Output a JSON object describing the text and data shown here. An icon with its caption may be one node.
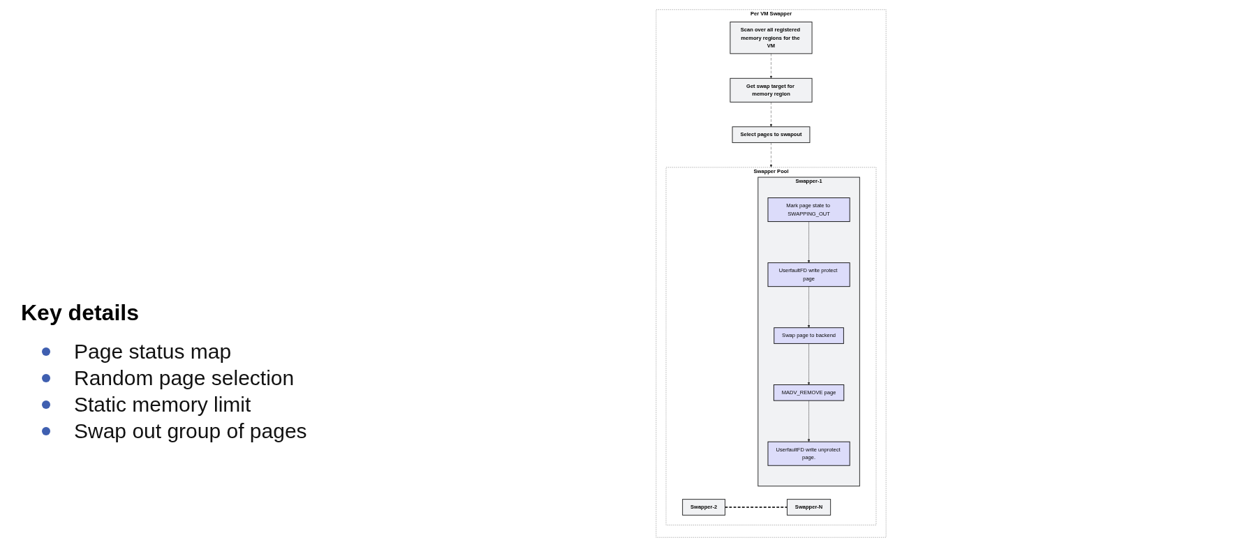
{
  "diagram": {
    "nodes": [
      {
        "text": [
          "Per VM Swapper"
        ]
      },
      {
        "text": [
          "Scan over all registered memory regions for the VM"
        ],
        "in": 0
      },
      {
        "text": [
          "Get swap target for memory region"
        ],
        "in": 0
      },
      {
        "text": [
          "Select pages to swapout"
        ],
        "in": 0
      },
      {
        "text": [
          "Swapper Pool"
        ],
        "in": 0
      },
      {
        "text": [
          "Swapper-1"
        ],
        "in": 4
      },
      {
        "text": [
          "Mark page state to SWAPPING_OUT"
        ],
        "in": 5
      },
      {
        "text": [
          "UserfaultFD write protect page"
        ],
        "in": 5
      },
      {
        "text": [
          "Swap page to backend"
        ],
        "in": 5
      },
      {
        "text": [
          "MADV_REMOVE page"
        ],
        "in": 5
      },
      {
        "text": [
          "UserfaultFD write unprotect page."
        ],
        "in": 5
      },
      {
        "text": [
          "Swapper-2"
        ],
        "in": 4
      },
      {
        "text": [
          "Swapper-N"
        ],
        "in": 4
      }
    ],
    "edges": [
      {
        "from": 1,
        "to": 2,
        "arrow": "to",
        "style": "dashed"
      },
      {
        "from": 2,
        "to": 3,
        "arrow": "to",
        "style": "dashed"
      },
      {
        "from": 3,
        "to": 4,
        "arrow": "to",
        "style": "dashed"
      },
      {
        "from": 6,
        "to": 7,
        "arrow": "to"
      },
      {
        "from": 7,
        "to": 8,
        "arrow": "to"
      },
      {
        "from": 8,
        "to": 9,
        "arrow": "to"
      },
      {
        "from": 9,
        "to": 10,
        "arrow": "to"
      },
      {
        "from": 11,
        "to": 12,
        "arrow": "none",
        "style": "dashed"
      }
    ],
    "labels": [
      "Key details",
      "Page status map",
      "Random page selection",
      "Static memory limit",
      "Swap out group of pages"
    ]
  }
}
